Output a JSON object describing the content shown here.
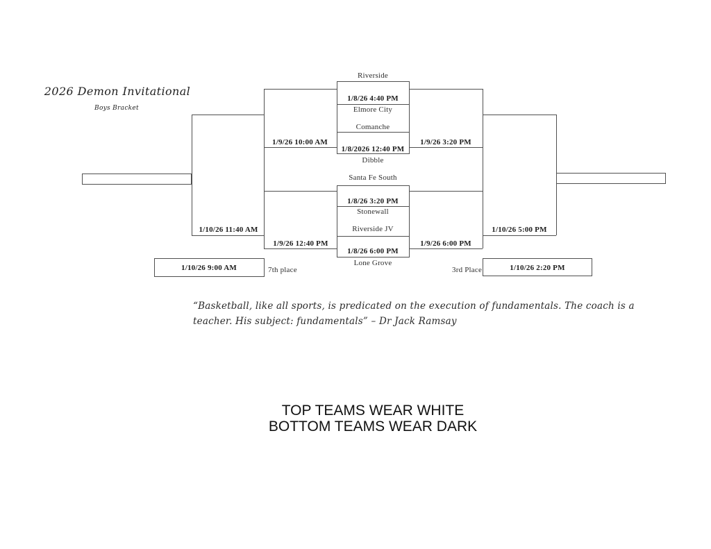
{
  "header": {
    "title": "2026 Demon Invitational",
    "subtitle": "Boys Bracket"
  },
  "bracket": {
    "top_pod": {
      "team_top": "Riverside",
      "game_top_time": "1/8/26 4:40 PM",
      "team_mid_upper": "Elmore City",
      "team_mid_lower": "Comanche",
      "game_bottom_time": "1/8/2026 12:40 PM",
      "team_bottom": "Dibble"
    },
    "bottom_pod": {
      "team_top": "Santa Fe South",
      "game_top_time": "1/8/26 3:20 PM",
      "team_mid_upper": "Stonewall",
      "team_mid_lower": "Riverside JV",
      "game_bottom_time": "1/8/26 6:00 PM",
      "team_bottom": "Lone Grove"
    },
    "left": {
      "semifinal_top_time": "1/9/26 10:00 AM",
      "semifinal_bottom_time": "1/9/26 12:40 PM",
      "final_time": "1/10/26 11:40 AM",
      "placement_game_time": "1/10/26 9:00 AM",
      "placement_label": "7th place"
    },
    "right": {
      "semifinal_top_time": "1/9/26 3:20 PM",
      "semifinal_bottom_time": "1/9/26 6:00 PM",
      "final_time": "1/10/26 5:00 PM",
      "placement_game_time": "1/10/26 2:20 PM",
      "placement_label": "3rd Place"
    }
  },
  "quote": {
    "line1": "“Basketball, like all sports, is predicated on the execution of fundamentals. The coach is a",
    "line2": "teacher. His subject: fundamentals” – Dr Jack Ramsay"
  },
  "footer": {
    "line1": "TOP TEAMS WEAR WHITE",
    "line2": "BOTTOM TEAMS WEAR DARK"
  },
  "colors": {
    "line": "#4f4f4f",
    "text": "#2e2e2e"
  }
}
